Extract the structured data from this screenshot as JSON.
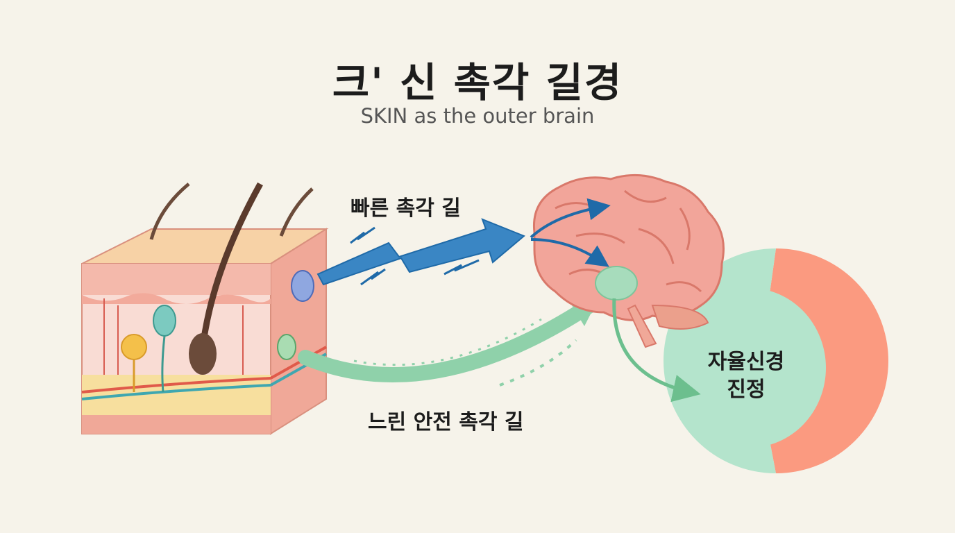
{
  "title": "크' 신 촉각 길경",
  "subtitle": "SKIN as the outer brain",
  "pathways": {
    "fast": {
      "label": "빠른 촉각 길",
      "color": "#3a86c4"
    },
    "slow": {
      "label": "느린 안전 촉각 길",
      "color": "#8fd1aa"
    }
  },
  "outcome": {
    "line1": "자율신경",
    "line2": "진정"
  },
  "colors": {
    "background": "#f6f3ea",
    "skin": "#f3b7a8",
    "brain": "#f2a59a",
    "ans_green": "#b4e4cc",
    "ans_coral": "#fb9a80"
  }
}
